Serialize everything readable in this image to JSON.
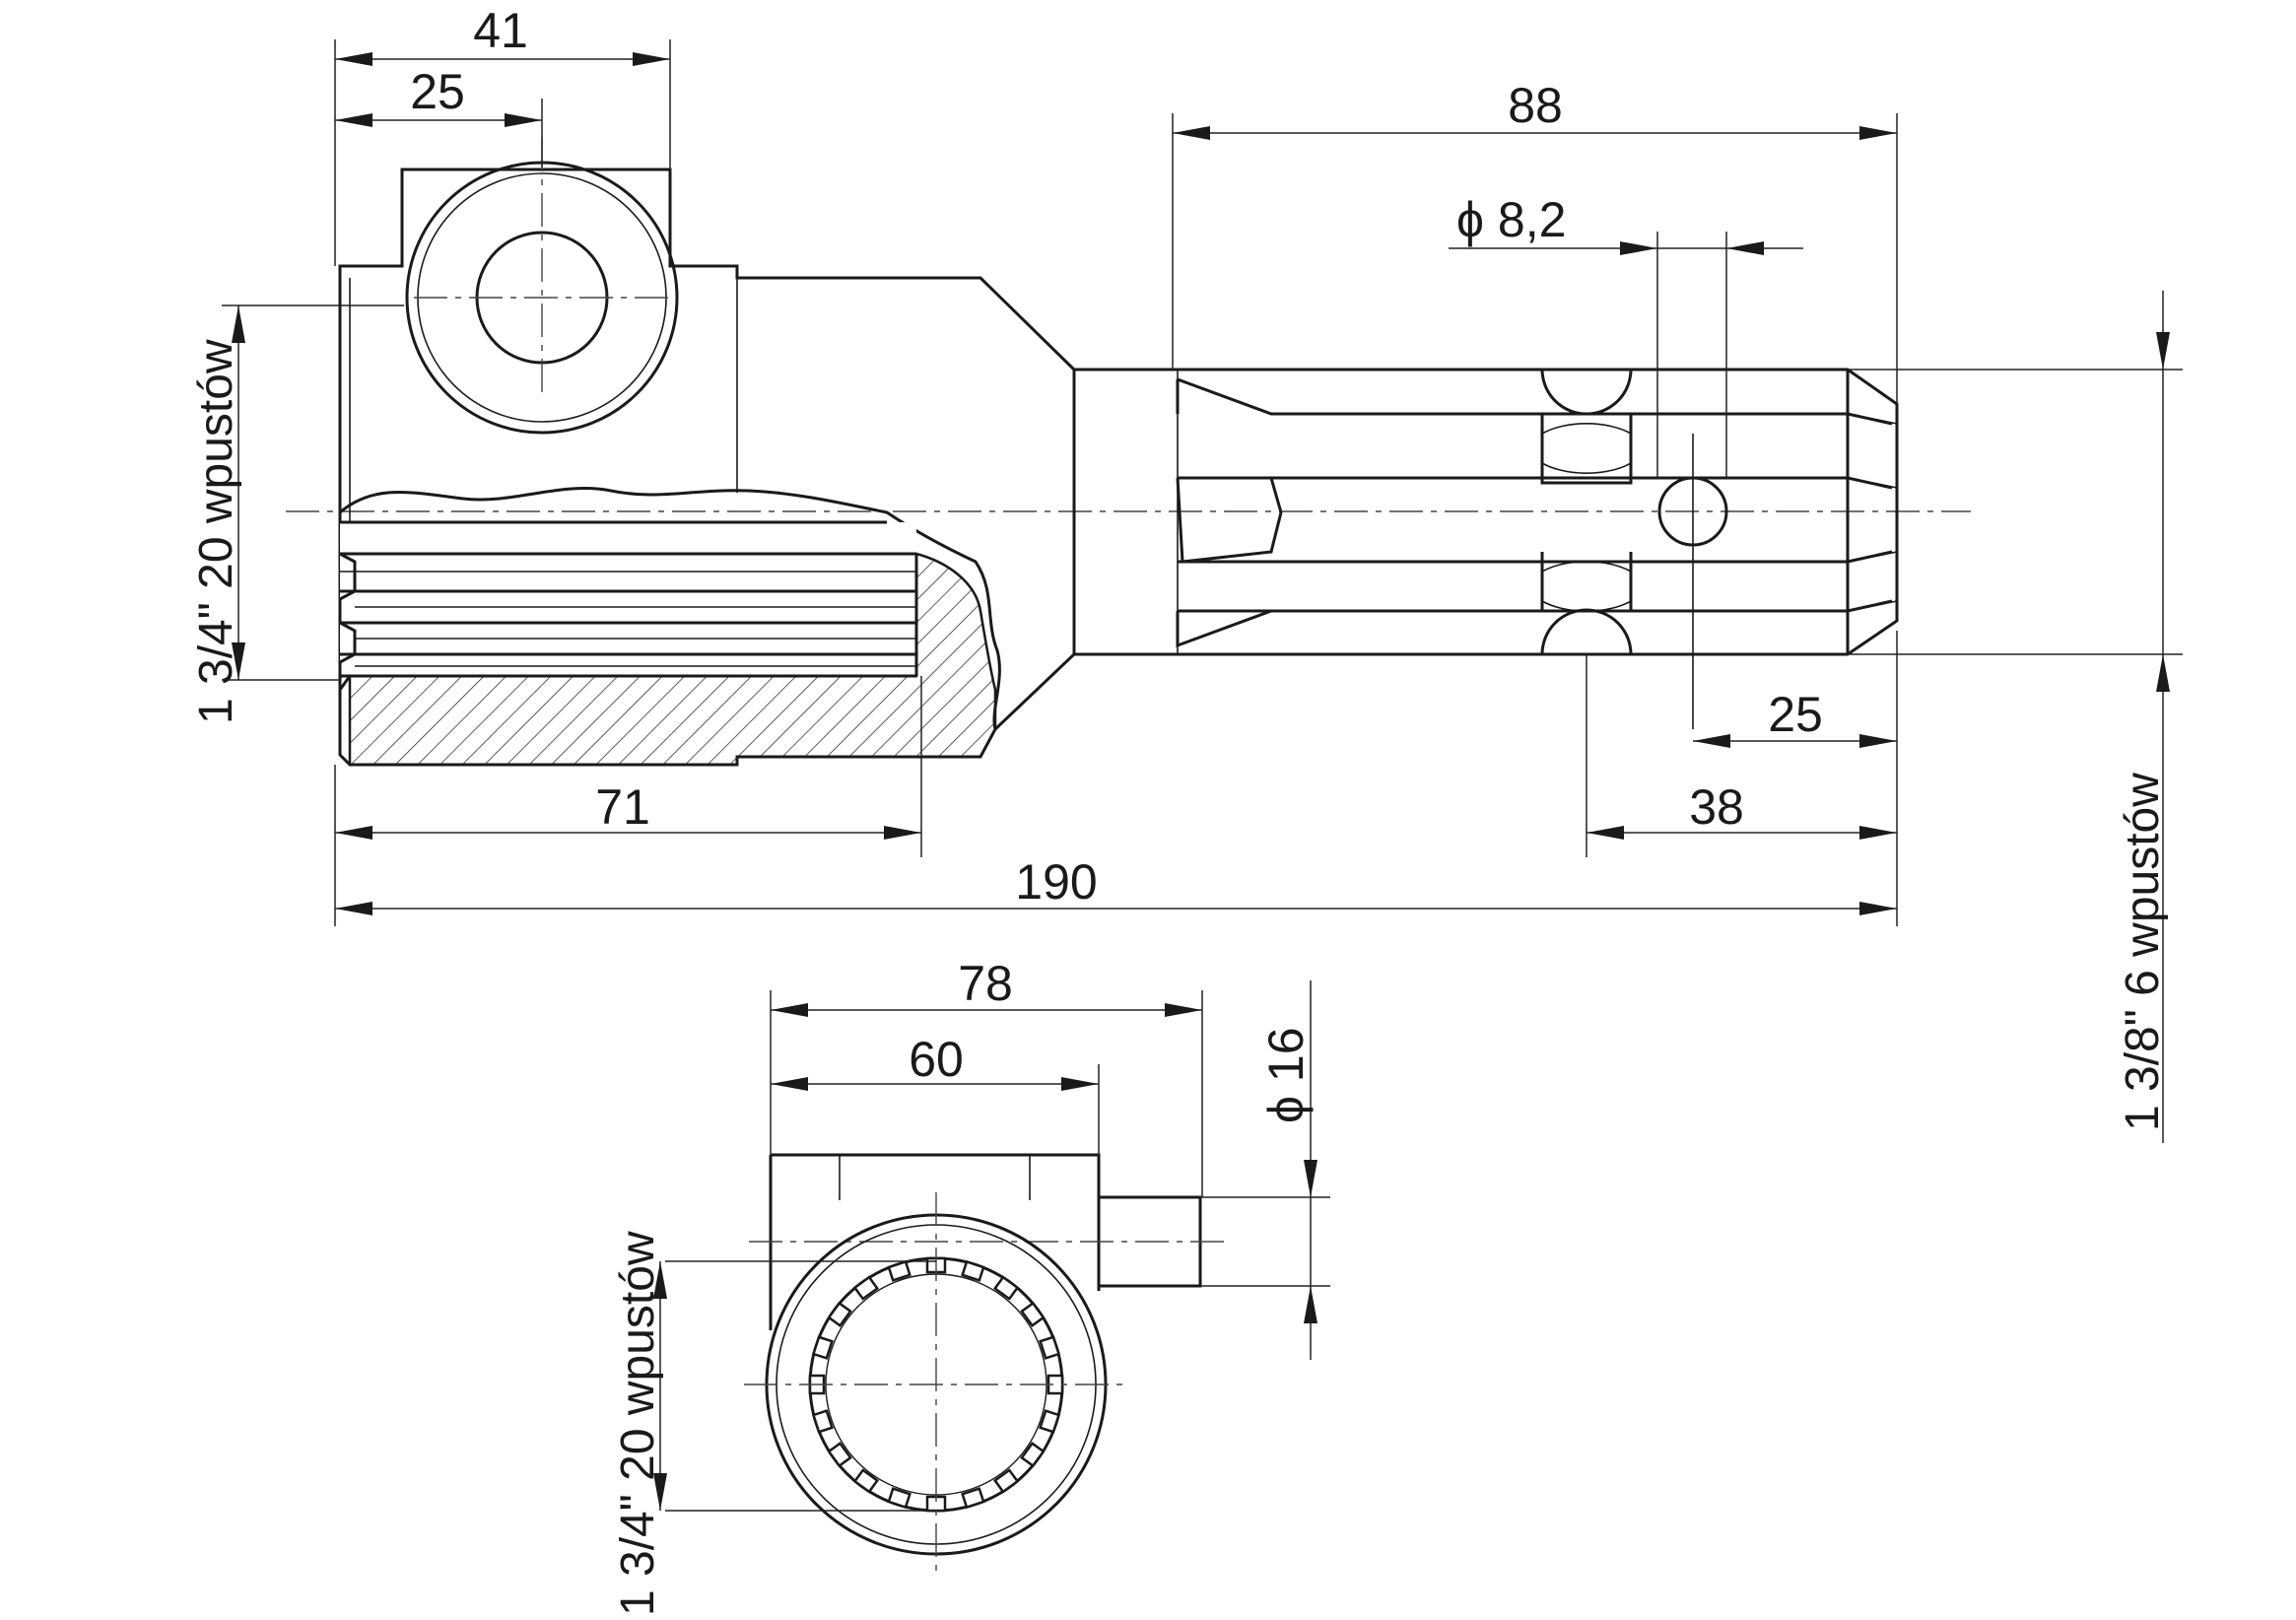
{
  "labels": {
    "dim_41": "41",
    "dim_25_top": "25",
    "dim_88": "88",
    "dim_dia_8_2": "ϕ  8,2",
    "spline_left": "1 3/4\" 20 wpustów",
    "spline_right": "1 3/8\" 6 wpustów",
    "dim_25_right": "25",
    "dim_38": "38",
    "dim_71": "71",
    "dim_190": "190",
    "dim_78": "78",
    "dim_60": "60",
    "dim_dia_16": "ϕ 16",
    "spline_bottom": "1 3/4\" 20 wpustów"
  },
  "colors": {
    "line": "#1a1a1a",
    "hatch": "#333333",
    "background": "#ffffff"
  }
}
